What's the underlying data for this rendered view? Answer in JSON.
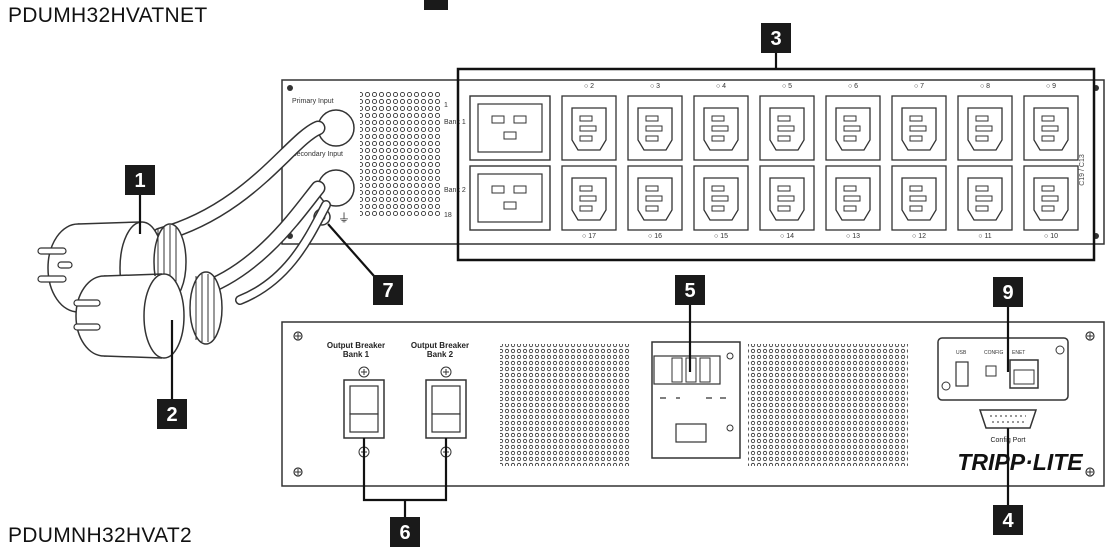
{
  "models": {
    "top": "PDUMH32HVATNET",
    "bottom": "PDUMNH32HVAT2"
  },
  "callouts": [
    "1",
    "2",
    "3",
    "4",
    "5",
    "6",
    "7",
    "9"
  ],
  "top_panel": {
    "input_labels": [
      "Primary Input",
      "Secondary Input"
    ],
    "bank_labels": [
      "Bank 1",
      "Bank 2"
    ],
    "outlets_top": [
      "1",
      "2",
      "3",
      "4",
      "5",
      "6",
      "7",
      "8",
      "9"
    ],
    "outlets_bottom": [
      "18",
      "17",
      "16",
      "15",
      "14",
      "13",
      "12",
      "11",
      "10"
    ]
  },
  "bottom_panel": {
    "breaker_labels": [
      "Output Breaker Bank 1",
      "Output Breaker Bank 2"
    ],
    "network_labels": [
      "USB",
      "CONFIG",
      "ENET"
    ],
    "config_port": "Config Port",
    "brand": "TRIPP·LITE"
  },
  "colors": {
    "badge": "#1a1a1a",
    "line": "#222222",
    "panel": "#ffffff"
  }
}
